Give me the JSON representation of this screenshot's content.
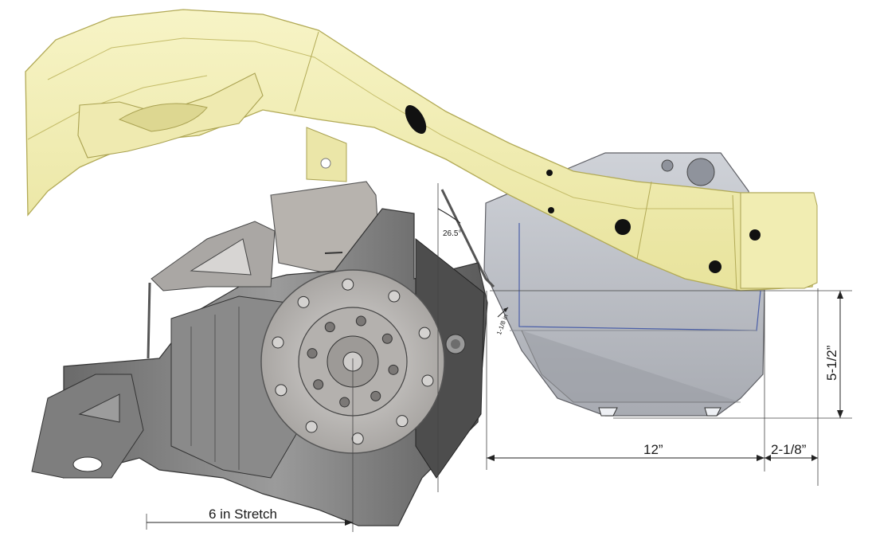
{
  "dimensions": {
    "stretch": "6 in Stretch",
    "length": "12”",
    "offset": "2-1/8”",
    "height": "5-1/2”",
    "clearance": "1-1/8 in",
    "angle": "26.5°"
  },
  "colors": {
    "frame": "#f2efb4",
    "frame_edge": "#b8b05c",
    "housing": "#8f8f8f",
    "housing_dark": "#5d5d5d",
    "skid_plate": "#b9bcc4",
    "skid_edge": "#4b5fa8",
    "rotor": "#c9c6c3"
  }
}
